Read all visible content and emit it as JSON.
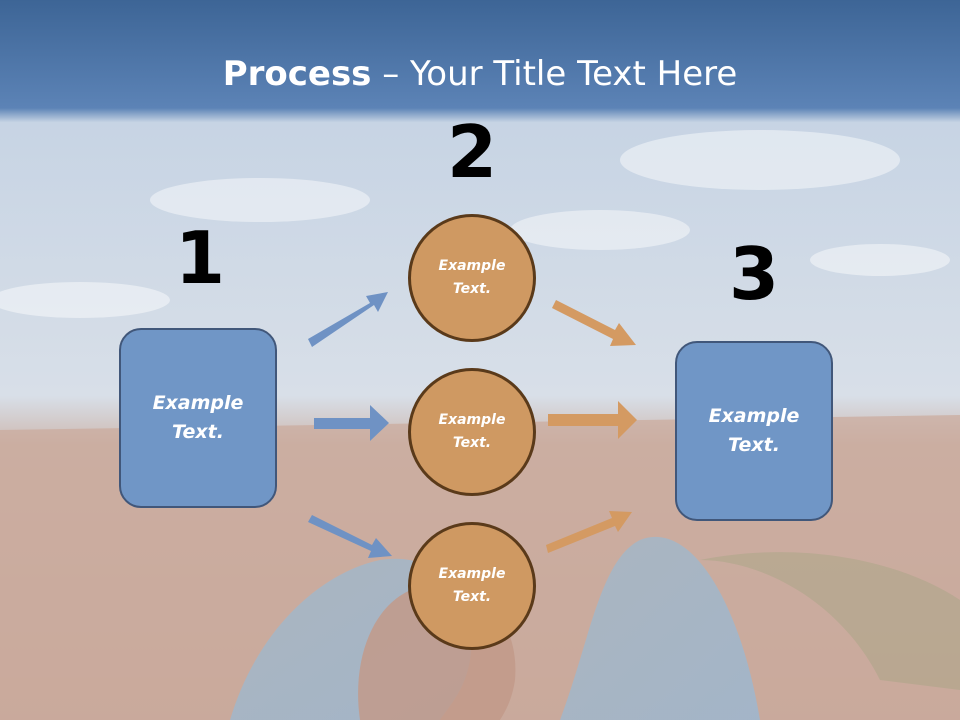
{
  "title": {
    "bold": "Process",
    "rest": " – Your Title Text Here"
  },
  "numbers": [
    "1",
    "2",
    "3"
  ],
  "left_box": {
    "text": "Example\nText."
  },
  "right_box": {
    "text": "Example\nText."
  },
  "circles": [
    {
      "text": "Example\nText."
    },
    {
      "text": "Example\nText."
    },
    {
      "text": "Example\nText."
    }
  ],
  "colors": {
    "header": "#3f689a",
    "box_fill": "#7096c6",
    "box_border": "#41577a",
    "circle_fill": "#cf9962",
    "circle_border": "#5a3a1a",
    "blue_arrow": "#6f92c4",
    "orange_arrow": "#d49a62"
  }
}
